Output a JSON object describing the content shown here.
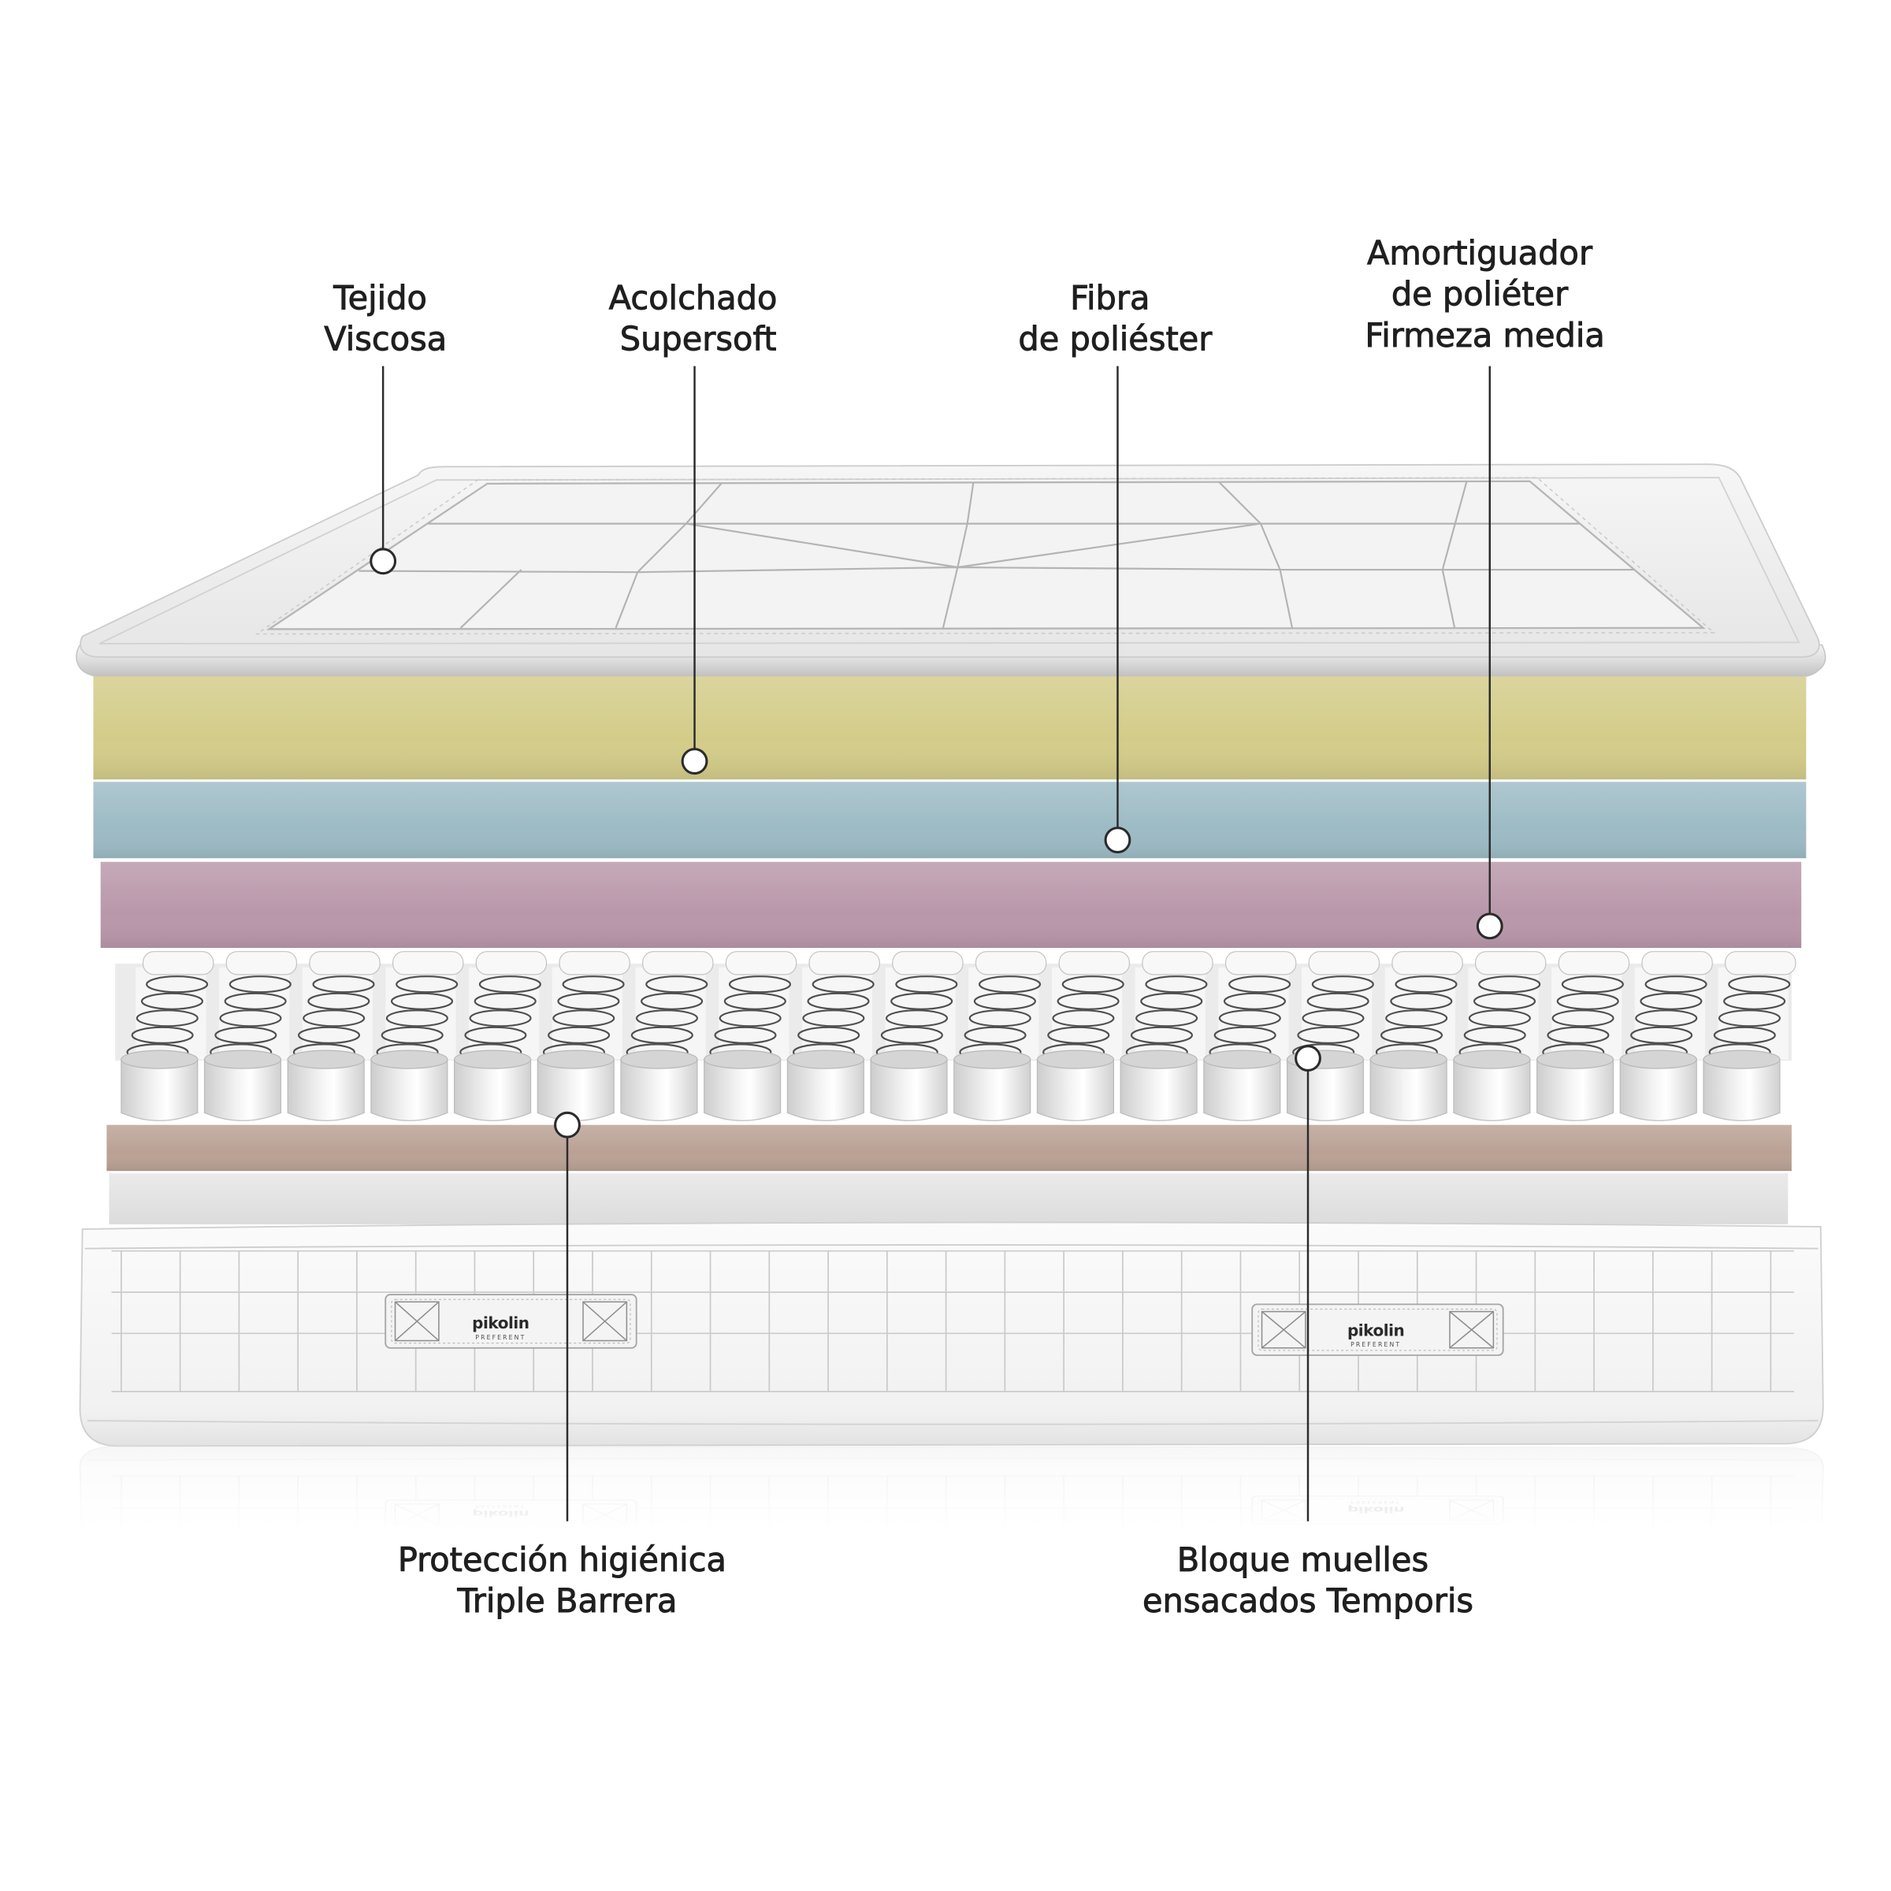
{
  "callouts": {
    "tejido": [
      "Tejido",
      "Viscosa"
    ],
    "acolchado": [
      "Acolchado",
      "Supersoft"
    ],
    "fibra": [
      "Fibra",
      "de poliéster"
    ],
    "amortiguador": [
      "Amortiguador",
      "de poliéter",
      "Firmeza media"
    ],
    "proteccion": [
      "Protección higiénica",
      "Triple Barrera"
    ],
    "bloque": [
      "Bloque muelles",
      "ensacados Temporis"
    ]
  },
  "brand": {
    "logo": "pikolin",
    "tagline": "PREFERENT"
  },
  "colors": {
    "text": "#1f1f1f",
    "callout_line": "#2b2b2b",
    "layer_yellow": "#d3cc89",
    "layer_blue": "#9dbbc5",
    "layer_mauve": "#b997aa",
    "layer_brown": "#baa194",
    "layer_grey": "#e3e3e3"
  }
}
